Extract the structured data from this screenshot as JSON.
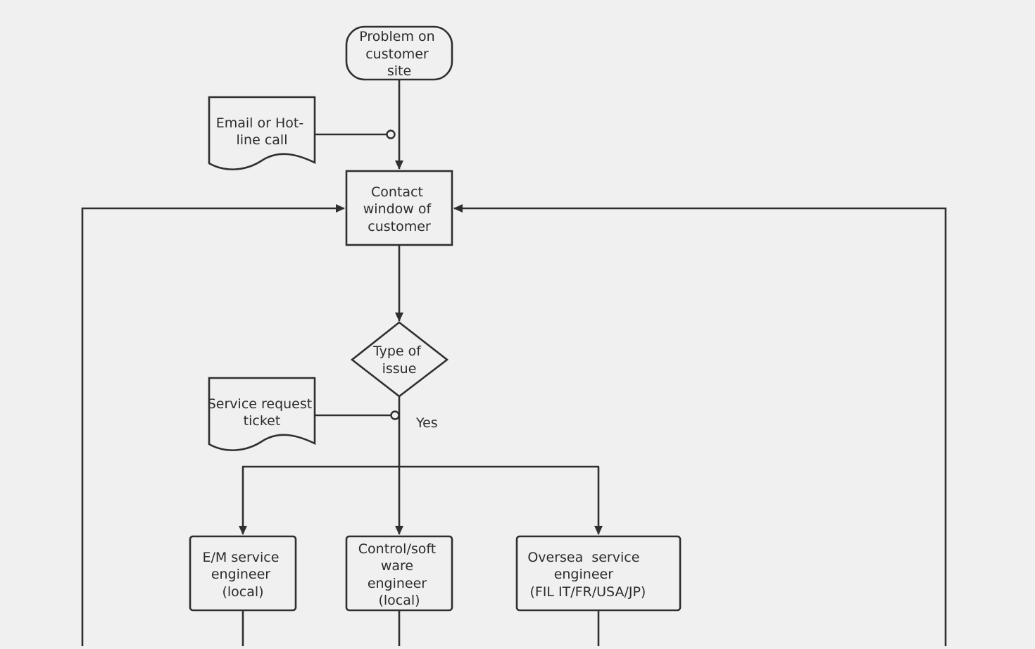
{
  "diagram": {
    "nodes": {
      "start": [
        "Problem on",
        "customer",
        "site"
      ],
      "email": [
        "Email or Hot-",
        "line call"
      ],
      "contact": [
        "Contact",
        "window of",
        "customer"
      ],
      "decision": [
        "Type of",
        "issue"
      ],
      "ticket": [
        "Service request",
        "ticket"
      ],
      "em_engineer": [
        "E/M service",
        "engineer",
        "(local)"
      ],
      "control_engineer": [
        "Control/soft",
        "ware",
        "engineer",
        "(local)"
      ],
      "oversea_engineer": [
        "Oversea  service",
        "engineer",
        "(FIL IT/FR/USA/JP)"
      ]
    },
    "edge_labels": {
      "decision_yes": "Yes"
    }
  }
}
